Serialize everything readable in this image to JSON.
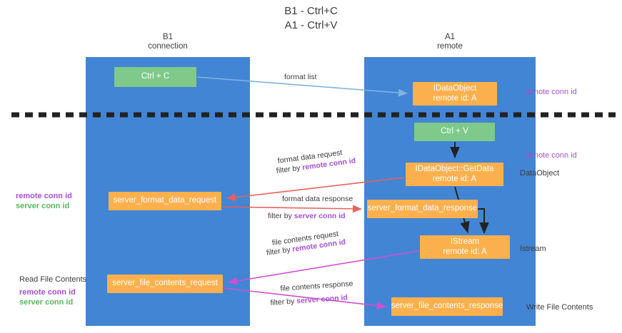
{
  "title": "B1 - Ctrl+C\nA1 - Ctrl+V",
  "lanes": [
    {
      "name": "b1-connection",
      "label": "B1\nconnection",
      "color": "#4285d4"
    },
    {
      "name": "a1-remote",
      "label": "A1\nremote",
      "color": "#4285d4"
    }
  ],
  "nodes": {
    "ctrl_c": "Ctrl + C",
    "idataobject": "IDataObject\nremote id: A",
    "ctrl_v": "Ctrl + V",
    "getdata": "IDataObject::GetData\nremote id: A",
    "server_format_data_request": "server_format_data_request",
    "server_format_data_response": "server_format_data_response",
    "istream": "IStream\nremote id: A",
    "server_file_contents_request": "server_file_contents_request",
    "server_file_contents_response": "server_file_contents_response"
  },
  "edges": {
    "format_list": "format list",
    "format_data_request": "format data request",
    "format_data_request_filter_prefix": "filter by ",
    "format_data_request_filter_key": "remote conn id",
    "format_data_response": "format data response",
    "format_data_response_filter_prefix": "filter by ",
    "format_data_response_filter_key": "server conn id",
    "file_contents_request": "file contents request",
    "file_contents_request_filter_prefix": "filter by ",
    "file_contents_request_filter_key": "remote conn id",
    "file_contents_response": "file contents response",
    "file_contents_response_filter_prefix": "filter by ",
    "file_contents_response_filter_key": "server conn id"
  },
  "annotations": {
    "right_remote_conn_id_top": "remote conn id",
    "right_remote_conn_id_mid": "remote conn id",
    "right_dataobject": "DataObject",
    "right_istream": "Istream",
    "right_write_file_contents": "Write File Contents",
    "left_remote_conn_id": "remote conn id",
    "left_server_conn_id": "server conn id",
    "left_read_file_contents": "Read File Contents",
    "left_remote_conn_id_2": "remote conn id",
    "left_server_conn_id_2": "server conn id"
  },
  "colors": {
    "lane": "#4285d4",
    "node_green": "#7fc98a",
    "node_orange": "#fbb04d",
    "accent_purple": "#a54fd4",
    "accent_green": "#57b65f",
    "arrow_blue": "#7fb3e3",
    "arrow_red": "#e8615a",
    "arrow_magenta": "#d14fd1",
    "arrow_black": "#222222",
    "divider": "#222222"
  }
}
